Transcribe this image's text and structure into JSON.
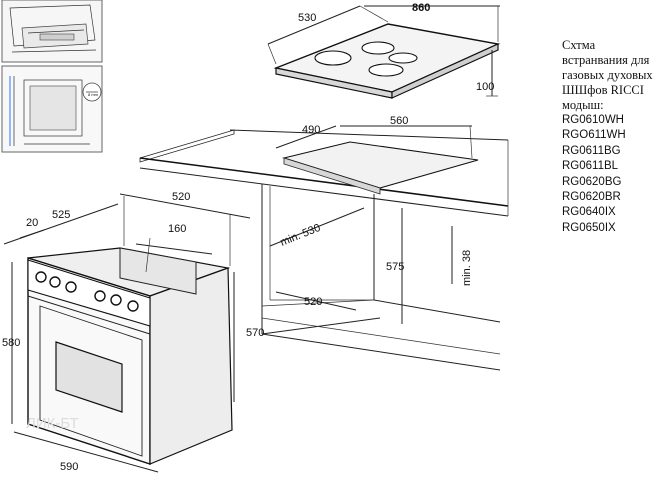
{
  "caption": {
    "lines": [
      "Схтма",
      "встранвания для",
      "газовых духовых",
      "ШШфов RICCI"
    ],
    "models_label": "модыш:",
    "models": [
      "RG0610WH",
      "RGO611WH",
      "RG0611BG",
      "RG0611BL",
      "RG0620BG",
      "RG0620BR",
      "RG0640IX",
      "RG0650IX"
    ]
  },
  "hob": {
    "depth": "530",
    "width": "860",
    "height": "100"
  },
  "cutout": {
    "depth": "490",
    "width": "560"
  },
  "cabinet": {
    "depth": "min. 530",
    "clearance": "min. 38",
    "height": "575",
    "width": "520"
  },
  "oven": {
    "top_depth": "520",
    "side_offset": "20",
    "depth": "525",
    "panel_depth": "160",
    "height": "580",
    "body_height": "570",
    "width": "590"
  },
  "watermark": "ЛИК-БТ"
}
